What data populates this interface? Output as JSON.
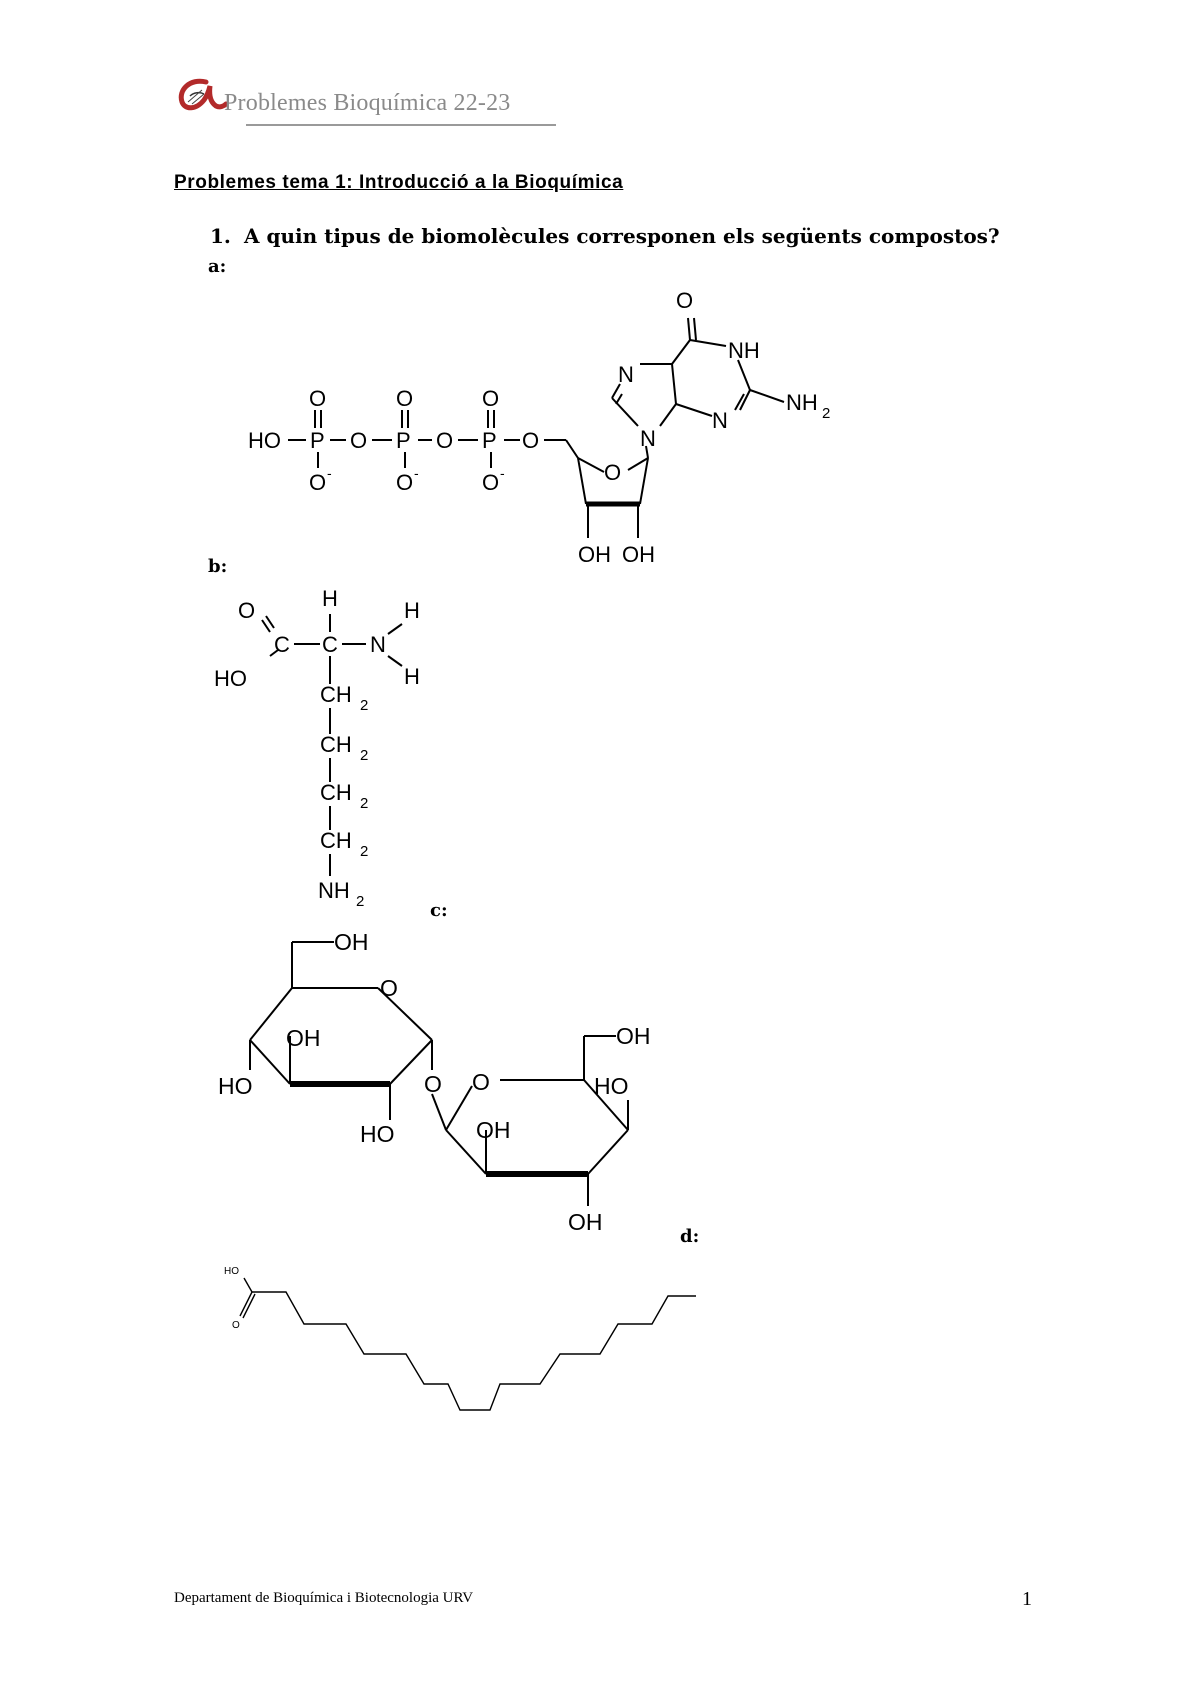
{
  "header": {
    "title": "Problemes Bioquímica 22-23",
    "logo_icon": "urv-logo-icon"
  },
  "section": {
    "title": "Problemes tema 1: Introducció a la Bioquímica"
  },
  "question": {
    "number": "1.",
    "text": "A quin tipus de biomolècules corresponen els següents compostos?"
  },
  "compounds": {
    "a": {
      "label": "a:",
      "atoms": {
        "ho": "HO",
        "p": "P",
        "o": "O",
        "o_minus": "O",
        "minus": "-",
        "n": "N",
        "nh": "NH",
        "nh2_n": "NH",
        "sub2": "2",
        "oh": "OH"
      }
    },
    "b": {
      "label": "b:",
      "atoms": {
        "o": "O",
        "c": "C",
        "h": "H",
        "n": "N",
        "ho": "HO",
        "ch": "CH",
        "nh": "NH",
        "sub2": "2"
      }
    },
    "c": {
      "label": "c:",
      "atoms": {
        "oh": "OH",
        "o": "O",
        "ho": "HO"
      }
    },
    "d": {
      "label": "d:",
      "atoms": {
        "ho": "HO",
        "o": "O"
      }
    }
  },
  "footer": {
    "department": "Departament de Bioquímica i Biotecnologia URV",
    "page_number": "1"
  },
  "colors": {
    "text": "#000000",
    "header_gray": "#8a8a8a",
    "logo_red": "#b22a2a"
  }
}
